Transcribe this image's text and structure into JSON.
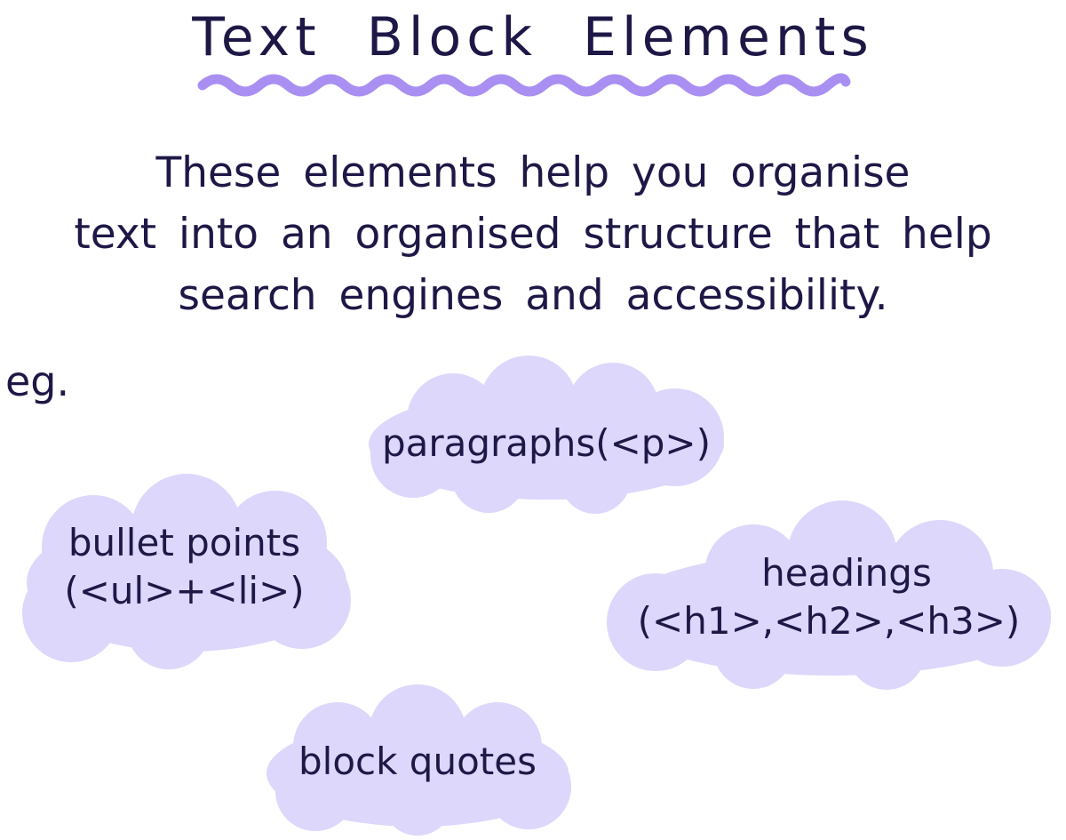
{
  "title": "Text Block Elements",
  "intro": {
    "line1": "These elements help you organise",
    "line2": "text into an organised structure that help",
    "line3": "search engines and accessibility."
  },
  "eg_label": "eg.",
  "clouds": {
    "paragraphs": {
      "label": "paragraphs(<p>)"
    },
    "bullets": {
      "line1": "bullet points",
      "line2": "(<ul>+<li>)"
    },
    "headings": {
      "line1": "headings",
      "line2": "(<h1>,<h2>,<h3>)"
    },
    "quotes": {
      "label": "block quotes"
    }
  },
  "colors": {
    "ink": "#1d1846",
    "cloud": "#dcd7fb",
    "wave": "#a98ff2"
  }
}
